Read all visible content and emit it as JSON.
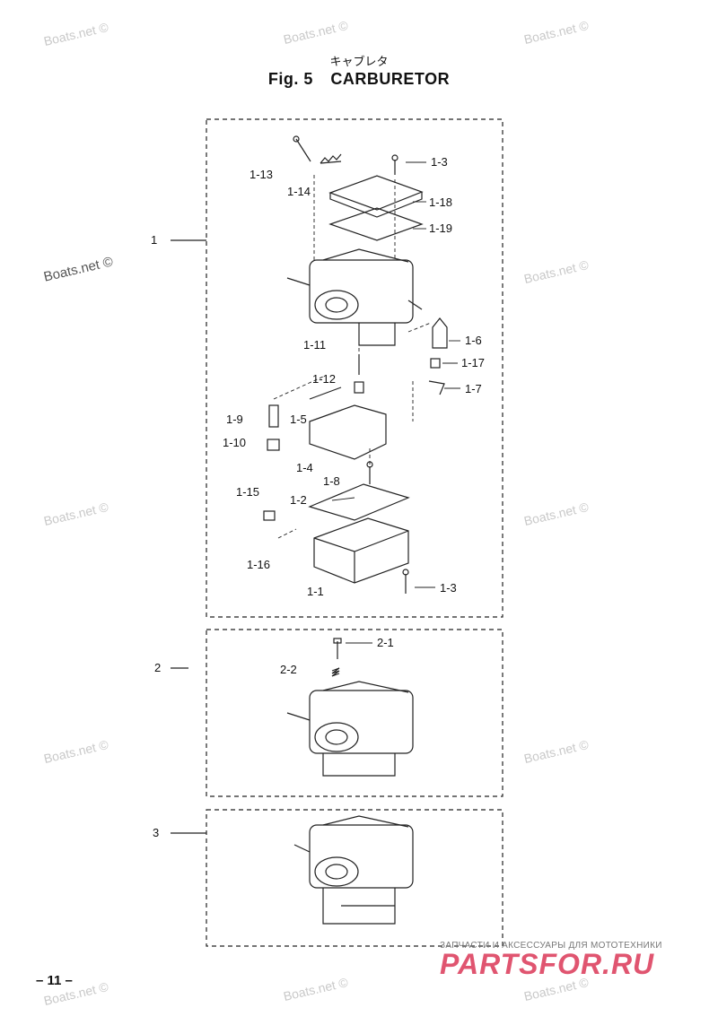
{
  "title": {
    "japanese": "キャブレタ",
    "figure_number": "Fig. 5",
    "name": "CARBURETOR"
  },
  "groups": [
    {
      "number": "1"
    },
    {
      "number": "2"
    },
    {
      "number": "3"
    }
  ],
  "callouts": {
    "group1": [
      "1-13",
      "1-14",
      "1-3",
      "1-18",
      "1-19",
      "1-6",
      "1-17",
      "1-7",
      "1-11",
      "1-12",
      "1-9",
      "1-5",
      "1-10",
      "1-4",
      "1-8",
      "1-15",
      "1-2",
      "1-16",
      "1-1",
      "1-3"
    ],
    "group2": [
      "2-1",
      "2-2"
    ]
  },
  "watermarks": [
    "Boats.net ©"
  ],
  "page_number": "– 11 –",
  "logo": {
    "tagline": "ЗАПЧАСТИ И АКСЕССУАРЫ ДЛЯ МОТОТЕХНИКИ",
    "brand": "PARTSFOR.RU"
  },
  "colors": {
    "line": "#222222",
    "watermark": "#c9c9c9",
    "logo": "#e05570"
  }
}
